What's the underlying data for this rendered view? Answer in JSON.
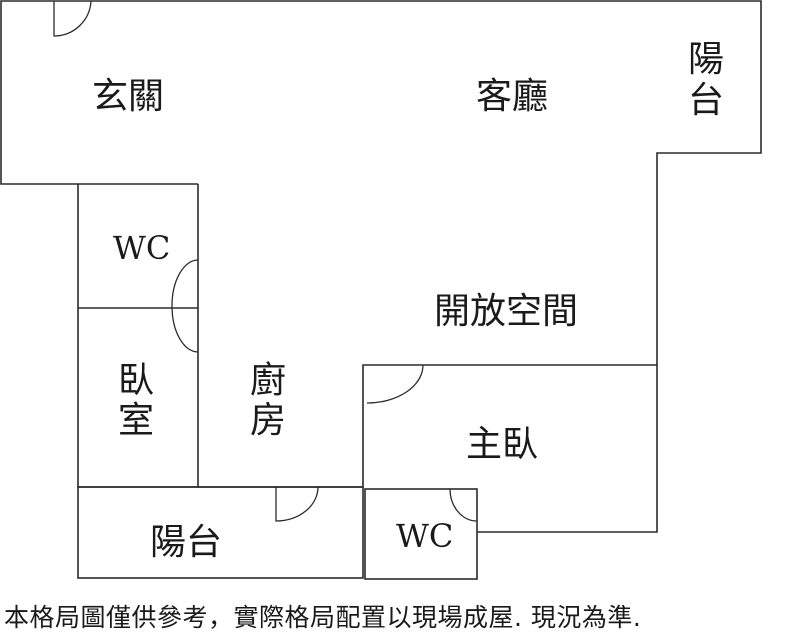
{
  "rooms": {
    "entrance": "玄關",
    "living_room": "客廳",
    "balcony_top": [
      "陽",
      "台"
    ],
    "wc_left": "WC",
    "bedroom": [
      "臥",
      "室"
    ],
    "kitchen": [
      "廚",
      "房"
    ],
    "open_space": "開放空間",
    "master_bedroom": "主臥",
    "balcony_bottom": "陽台",
    "wc_bottom": "WC"
  },
  "disclaimer": "本格局圖僅供參考，實際格局配置以現場成屋. 現況為準."
}
